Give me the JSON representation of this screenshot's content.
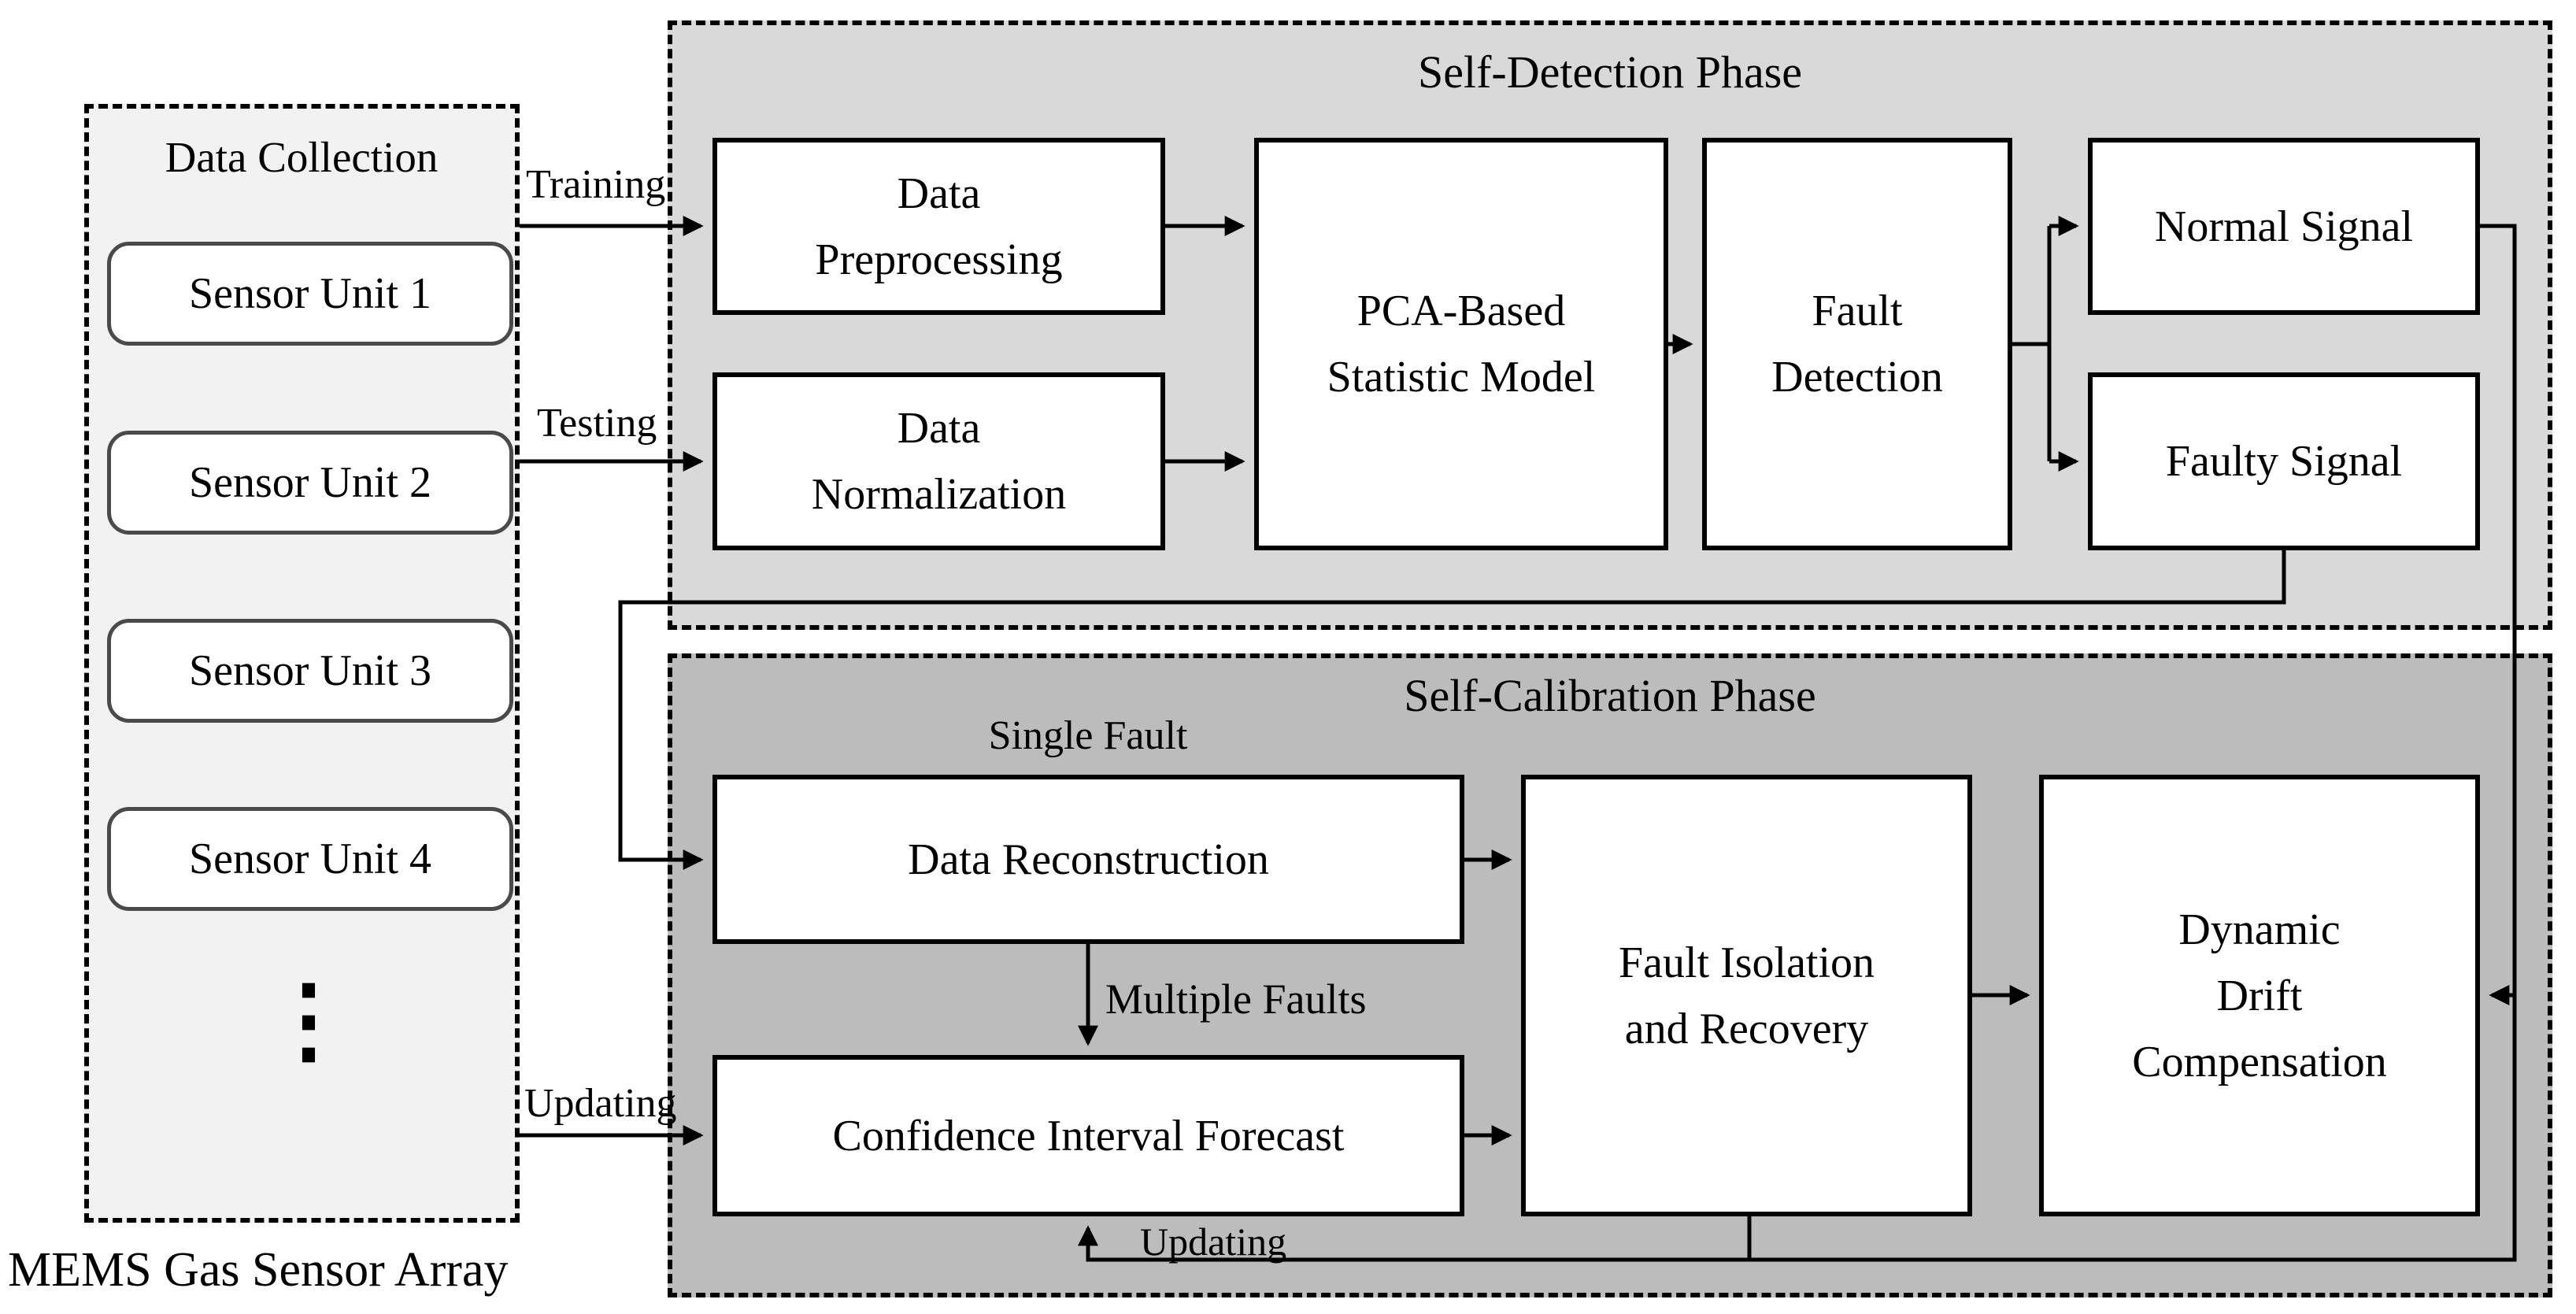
{
  "figure": {
    "type": "flow-diagram",
    "caption": "MEMS Gas Sensor Array"
  },
  "collection": {
    "title": "Data Collection",
    "units": [
      "Sensor Unit 1",
      "Sensor Unit 2",
      "Sensor Unit 3",
      "Sensor Unit 4"
    ],
    "ellipsis": "⋮",
    "caption": "MEMS Gas Sensor Array"
  },
  "detection": {
    "title": "Self-Detection Phase",
    "boxes": {
      "preprocessing": "Data\nPreprocessing",
      "normalization": "Data\nNormalization",
      "pca": "PCA-Based\nStatistic Model",
      "fault_detection": "Fault\nDetection",
      "normal_signal": "Normal Signal",
      "faulty_signal": "Faulty Signal"
    }
  },
  "calibration": {
    "title": "Self-Calibration Phase",
    "boxes": {
      "reconstruction": "Data Reconstruction",
      "confidence": "Confidence Interval Forecast",
      "isolation": "Fault Isolation\nand Recovery",
      "compensation": "Dynamic\nDrift\nCompensation"
    }
  },
  "edge_labels": {
    "training": "Training",
    "testing": "Testing",
    "updating_in": "Updating",
    "single_fault": "Single Fault",
    "multiple_faults": "Multiple Faults",
    "updating_feedback": "Updating"
  },
  "colors": {
    "collection_bg": "#f2f2f2",
    "detection_bg": "#d9d9d9",
    "calibration_bg": "#bcbcbc",
    "box_bg": "#ffffff",
    "line": "#000000",
    "sensor_border": "#4a4a4a"
  }
}
